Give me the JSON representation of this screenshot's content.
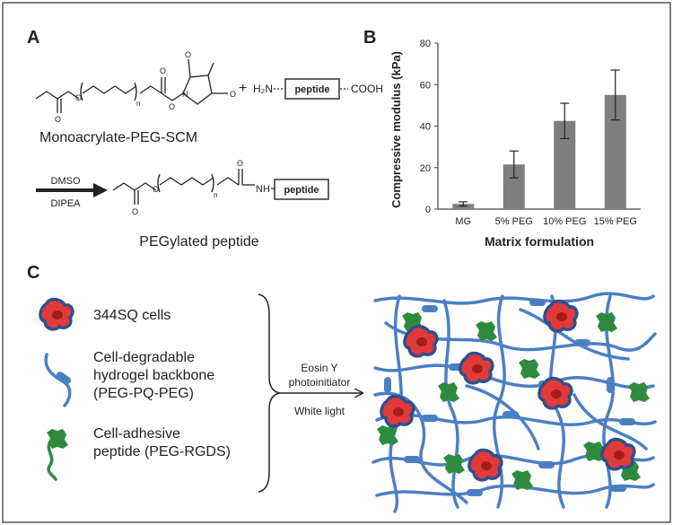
{
  "panels": {
    "a": {
      "letter": "A",
      "reagent_label": "Monoacrylate-PEG-SCM",
      "plus": "+",
      "amine": "H₂N",
      "peptide_box": "peptide",
      "cooh": "COOH",
      "solvent": "DMSO",
      "base": "DIPEA",
      "nh": "NH",
      "product_peptide_box": "peptide",
      "product_label": "PEGylated peptide",
      "repeat_index": "n",
      "atom_o": "O",
      "atom_n": "N"
    },
    "b": {
      "letter": "B"
    },
    "c": {
      "letter": "C",
      "legend": [
        {
          "icon": "cell-icon",
          "text": [
            "344SQ cells"
          ]
        },
        {
          "icon": "backbone-icon",
          "text": [
            "Cell-degradable",
            "hydrogel backbone",
            "(PEG-PQ-PEG)"
          ]
        },
        {
          "icon": "adhesive-peptide-icon",
          "text": [
            "Cell-adhesive",
            "peptide (PEG-RGDS)"
          ]
        }
      ],
      "arrow_top": [
        "Eosin Y",
        "photoinitiator"
      ],
      "arrow_bottom": "White light"
    }
  },
  "chart_data": {
    "type": "bar",
    "categories": [
      "MG",
      "5% PEG",
      "10% PEG",
      "15% PEG"
    ],
    "values": [
      2.5,
      21.5,
      42.5,
      55
    ],
    "error": [
      1,
      6.5,
      8.5,
      12
    ],
    "xlabel": "Matrix formulation",
    "ylabel": "Compressive modulus (kPa)",
    "ylim": [
      0,
      80
    ],
    "yticks": [
      0,
      20,
      40,
      60,
      80
    ],
    "bar_color": "#7f7f7f",
    "grid": false
  },
  "colors": {
    "polymer": "#4b7fc4",
    "cell_fill": "#e23a3a",
    "cell_edge": "#2e4f8c",
    "peptide": "#2e8b3e"
  }
}
